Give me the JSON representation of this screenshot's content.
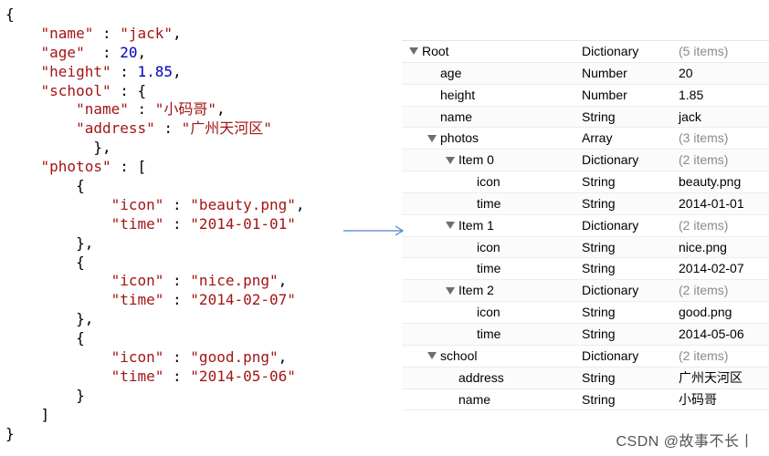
{
  "json_lines": [
    [
      [
        "p",
        "{"
      ]
    ],
    [
      [
        "p",
        "    "
      ],
      [
        "k",
        "\"name\""
      ],
      [
        "p",
        " : "
      ],
      [
        "s",
        "\"jack\""
      ],
      [
        "p",
        ","
      ]
    ],
    [
      [
        "p",
        "    "
      ],
      [
        "k",
        "\"age\""
      ],
      [
        "p",
        "  : "
      ],
      [
        "n",
        "20"
      ],
      [
        "p",
        ","
      ]
    ],
    [
      [
        "p",
        "    "
      ],
      [
        "k",
        "\"height\""
      ],
      [
        "p",
        " : "
      ],
      [
        "n",
        "1.85"
      ],
      [
        "p",
        ","
      ]
    ],
    [
      [
        "p",
        "    "
      ],
      [
        "k",
        "\"school\""
      ],
      [
        "p",
        " : {"
      ]
    ],
    [
      [
        "p",
        "        "
      ],
      [
        "k",
        "\"name\""
      ],
      [
        "p",
        " : "
      ],
      [
        "s",
        "\"小码哥\""
      ],
      [
        "p",
        ","
      ]
    ],
    [
      [
        "p",
        "        "
      ],
      [
        "k",
        "\"address\""
      ],
      [
        "p",
        " : "
      ],
      [
        "s",
        "\"广州天河区\""
      ]
    ],
    [
      [
        "p",
        "          },"
      ]
    ],
    [
      [
        "p",
        "    "
      ],
      [
        "k",
        "\"photos\""
      ],
      [
        "p",
        " : ["
      ]
    ],
    [
      [
        "p",
        "        {"
      ]
    ],
    [
      [
        "p",
        "            "
      ],
      [
        "k",
        "\"icon\""
      ],
      [
        "p",
        " : "
      ],
      [
        "s",
        "\"beauty.png\""
      ],
      [
        "p",
        ","
      ]
    ],
    [
      [
        "p",
        "            "
      ],
      [
        "k",
        "\"time\""
      ],
      [
        "p",
        " : "
      ],
      [
        "s",
        "\"2014-01-01\""
      ]
    ],
    [
      [
        "p",
        "        },"
      ]
    ],
    [
      [
        "p",
        "        {"
      ]
    ],
    [
      [
        "p",
        "            "
      ],
      [
        "k",
        "\"icon\""
      ],
      [
        "p",
        " : "
      ],
      [
        "s",
        "\"nice.png\""
      ],
      [
        "p",
        ","
      ]
    ],
    [
      [
        "p",
        "            "
      ],
      [
        "k",
        "\"time\""
      ],
      [
        "p",
        " : "
      ],
      [
        "s",
        "\"2014-02-07\""
      ]
    ],
    [
      [
        "p",
        "        },"
      ]
    ],
    [
      [
        "p",
        "        {"
      ]
    ],
    [
      [
        "p",
        "            "
      ],
      [
        "k",
        "\"icon\""
      ],
      [
        "p",
        " : "
      ],
      [
        "s",
        "\"good.png\""
      ],
      [
        "p",
        ","
      ]
    ],
    [
      [
        "p",
        "            "
      ],
      [
        "k",
        "\"time\""
      ],
      [
        "p",
        " : "
      ],
      [
        "s",
        "\"2014-05-06\""
      ]
    ],
    [
      [
        "p",
        "        }"
      ]
    ],
    [
      [
        "p",
        "    ]"
      ]
    ],
    [
      [
        "p",
        "}"
      ]
    ]
  ],
  "plist_rows": [
    {
      "key": "Root",
      "type": "Dictionary",
      "value": "(5 items)",
      "level": 0,
      "expanded": true,
      "summary": true
    },
    {
      "key": "age",
      "type": "Number",
      "value": "20",
      "level": 1
    },
    {
      "key": "height",
      "type": "Number",
      "value": "1.85",
      "level": 1
    },
    {
      "key": "name",
      "type": "String",
      "value": "jack",
      "level": 1
    },
    {
      "key": "photos",
      "type": "Array",
      "value": "(3 items)",
      "level": 1,
      "expanded": true,
      "summary": true
    },
    {
      "key": "Item 0",
      "type": "Dictionary",
      "value": "(2 items)",
      "level": 2,
      "expanded": true,
      "summary": true
    },
    {
      "key": "icon",
      "type": "String",
      "value": "beauty.png",
      "level": 3
    },
    {
      "key": "time",
      "type": "String",
      "value": "2014-01-01",
      "level": 3
    },
    {
      "key": "Item 1",
      "type": "Dictionary",
      "value": "(2 items)",
      "level": 2,
      "expanded": true,
      "summary": true
    },
    {
      "key": "icon",
      "type": "String",
      "value": "nice.png",
      "level": 3
    },
    {
      "key": "time",
      "type": "String",
      "value": "2014-02-07",
      "level": 3
    },
    {
      "key": "Item 2",
      "type": "Dictionary",
      "value": "(2 items)",
      "level": 2,
      "expanded": true,
      "summary": true
    },
    {
      "key": "icon",
      "type": "String",
      "value": "good.png",
      "level": 3
    },
    {
      "key": "time",
      "type": "String",
      "value": "2014-05-06",
      "level": 3
    },
    {
      "key": "school",
      "type": "Dictionary",
      "value": "(2 items)",
      "level": 1,
      "expanded": true,
      "summary": true
    },
    {
      "key": "address",
      "type": "String",
      "value": "广州天河区",
      "level": 2
    },
    {
      "key": "name",
      "type": "String",
      "value": "小码哥",
      "level": 2
    }
  ],
  "watermark": "CSDN @故事不长丨",
  "colors": {
    "key": "#a31515",
    "number": "#0000c0",
    "arrow": "#4a86c8",
    "summary": "#8a8a8a"
  }
}
